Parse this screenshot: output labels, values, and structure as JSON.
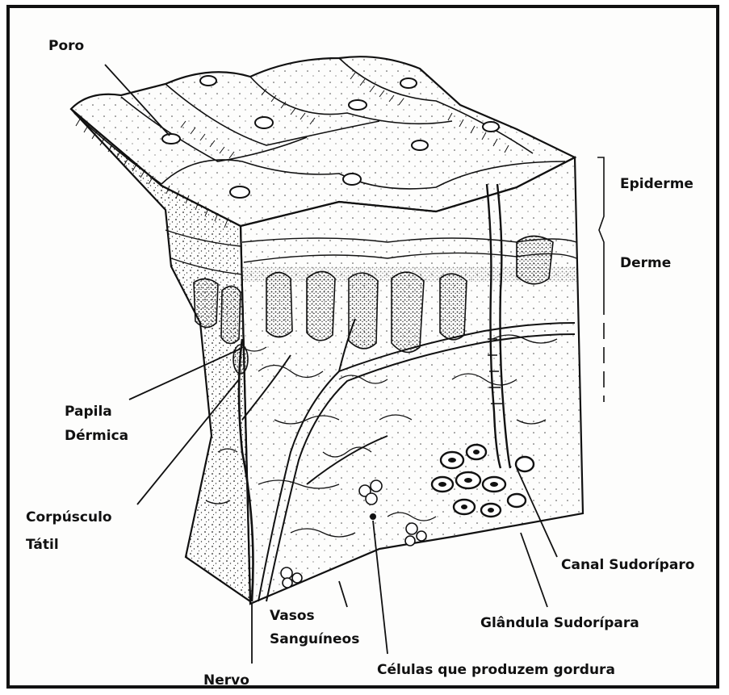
{
  "labels": {
    "poro": "Poro",
    "epiderme": "Epiderme",
    "derme": "Derme",
    "papila_line1": "Papila",
    "papila_line2": "Dérmica",
    "corpusculo_line1": "Corpúsculo",
    "corpusculo_line2": "Tátil",
    "canal_sudoriparo": "Canal Sudoríparo",
    "glandula_sudoripara": "Glândula Sudorípara",
    "vasos_line1": "Vasos",
    "vasos_line2": "Sanguíneos",
    "celulas_gordura": "Células que produzem gordura",
    "nervo": "Nervo"
  },
  "colors": {
    "ink": "#111111",
    "paper": "#fdfdfc"
  }
}
